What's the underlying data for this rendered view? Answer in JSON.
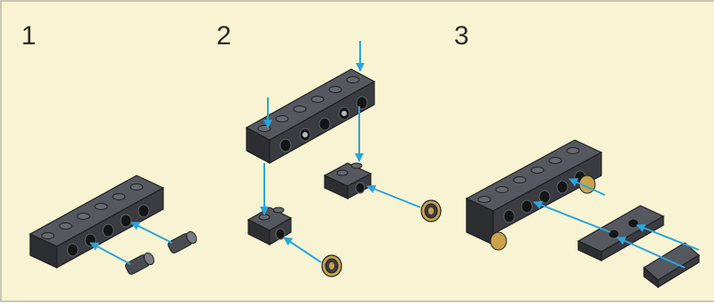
{
  "diagram": {
    "background_color": "#f8f3d2",
    "arrow_color": "#29a5de",
    "part_color": "#3a3c41",
    "accent_tan": "#c9a24a"
  },
  "steps": [
    {
      "label": "1"
    },
    {
      "label": "2"
    },
    {
      "label": "3"
    }
  ]
}
